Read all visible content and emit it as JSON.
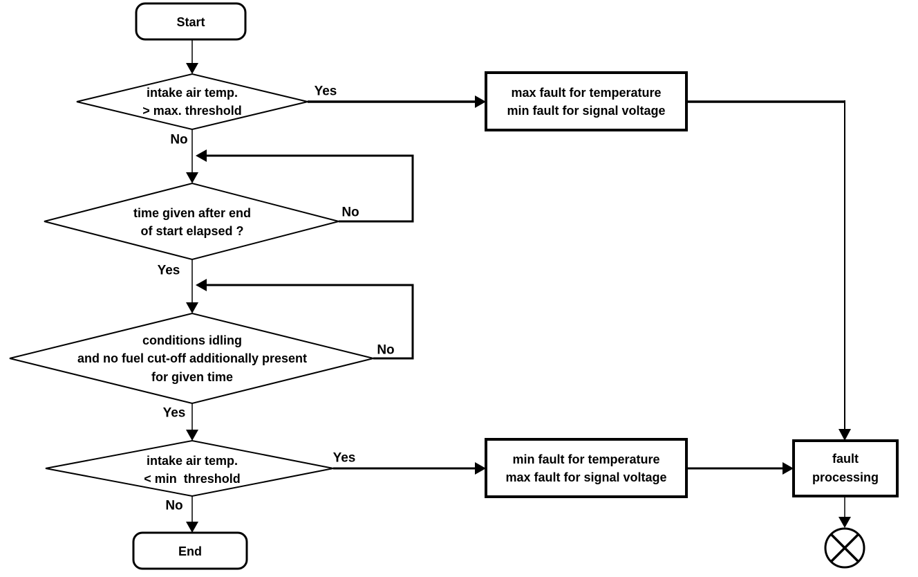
{
  "flowchart": {
    "background": "#ffffff",
    "stroke_color": "#000000",
    "nodes": {
      "start": {
        "type": "terminator",
        "label": "Start"
      },
      "check_max_temp": {
        "type": "decision",
        "lines": [
          "intake air temp.",
          "> max. threshold"
        ]
      },
      "max_fault_action": {
        "type": "process",
        "lines": [
          "max fault for temperature",
          "min fault for signal voltage"
        ]
      },
      "time_elapsed": {
        "type": "decision",
        "lines": [
          "time given after end",
          "of start elapsed ?"
        ]
      },
      "idle_conditions": {
        "type": "decision",
        "lines": [
          "conditions idling",
          "and no fuel cut-off additionally present",
          "for given time"
        ]
      },
      "check_min_temp": {
        "type": "decision",
        "lines": [
          "intake air temp.",
          "< min  threshold"
        ]
      },
      "min_fault_action": {
        "type": "process",
        "lines": [
          "min fault for temperature",
          "max fault for signal voltage"
        ]
      },
      "fault_processing": {
        "type": "process",
        "lines": [
          "fault",
          "processing"
        ]
      },
      "end": {
        "type": "terminator",
        "label": "End"
      }
    },
    "edge_labels": {
      "check_max_yes": "Yes",
      "check_max_no": "No",
      "time_elapsed_no": "No",
      "time_elapsed_yes": "Yes",
      "idle_conditions_no": "No",
      "idle_conditions_yes": "Yes",
      "check_min_yes": "Yes",
      "check_min_no": "No"
    }
  }
}
